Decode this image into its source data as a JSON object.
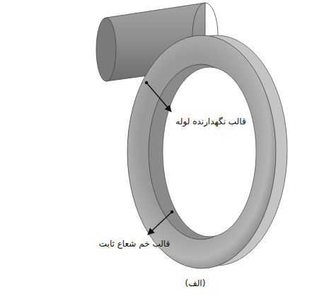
{
  "diagram": {
    "caption": "(الف)",
    "labels": [
      "قالب نگهدارنده لوله",
      "قالب خم شعاع ثابت"
    ]
  }
}
